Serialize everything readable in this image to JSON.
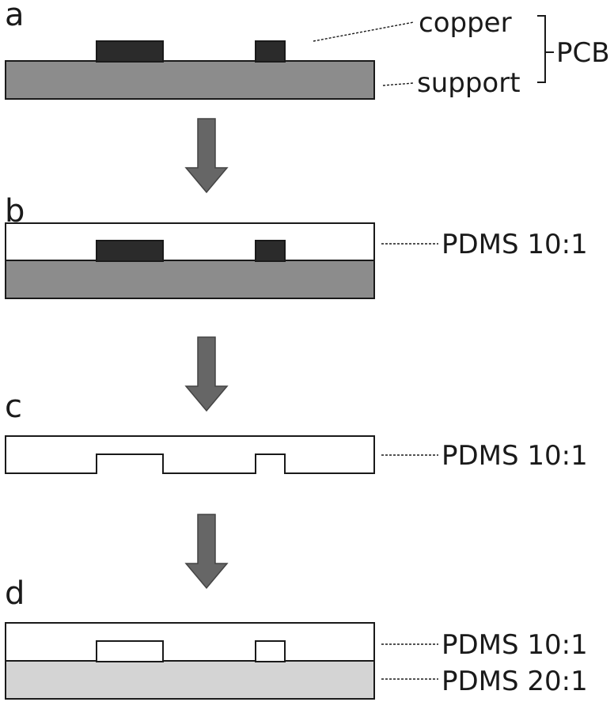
{
  "panels": {
    "a": {
      "letter": "a",
      "labels": {
        "copper": "copper",
        "support": "support",
        "group": "PCB"
      }
    },
    "b": {
      "letter": "b",
      "labels": {
        "layer": "PDMS 10:1"
      }
    },
    "c": {
      "letter": "c",
      "labels": {
        "layer": "PDMS 10:1"
      }
    },
    "d": {
      "letter": "d",
      "labels": {
        "top_layer": "PDMS 10:1",
        "bottom_layer": "PDMS 20:1"
      }
    }
  },
  "colors": {
    "support": "#8c8c8c",
    "copper": "#2b2b2b",
    "pdms_10_1": "#ffffff",
    "pdms_20_1": "#d4d4d4",
    "arrow": "#666666",
    "outline": "#1a1a1a"
  },
  "icons": {
    "process_arrow": "down-arrow-icon"
  }
}
